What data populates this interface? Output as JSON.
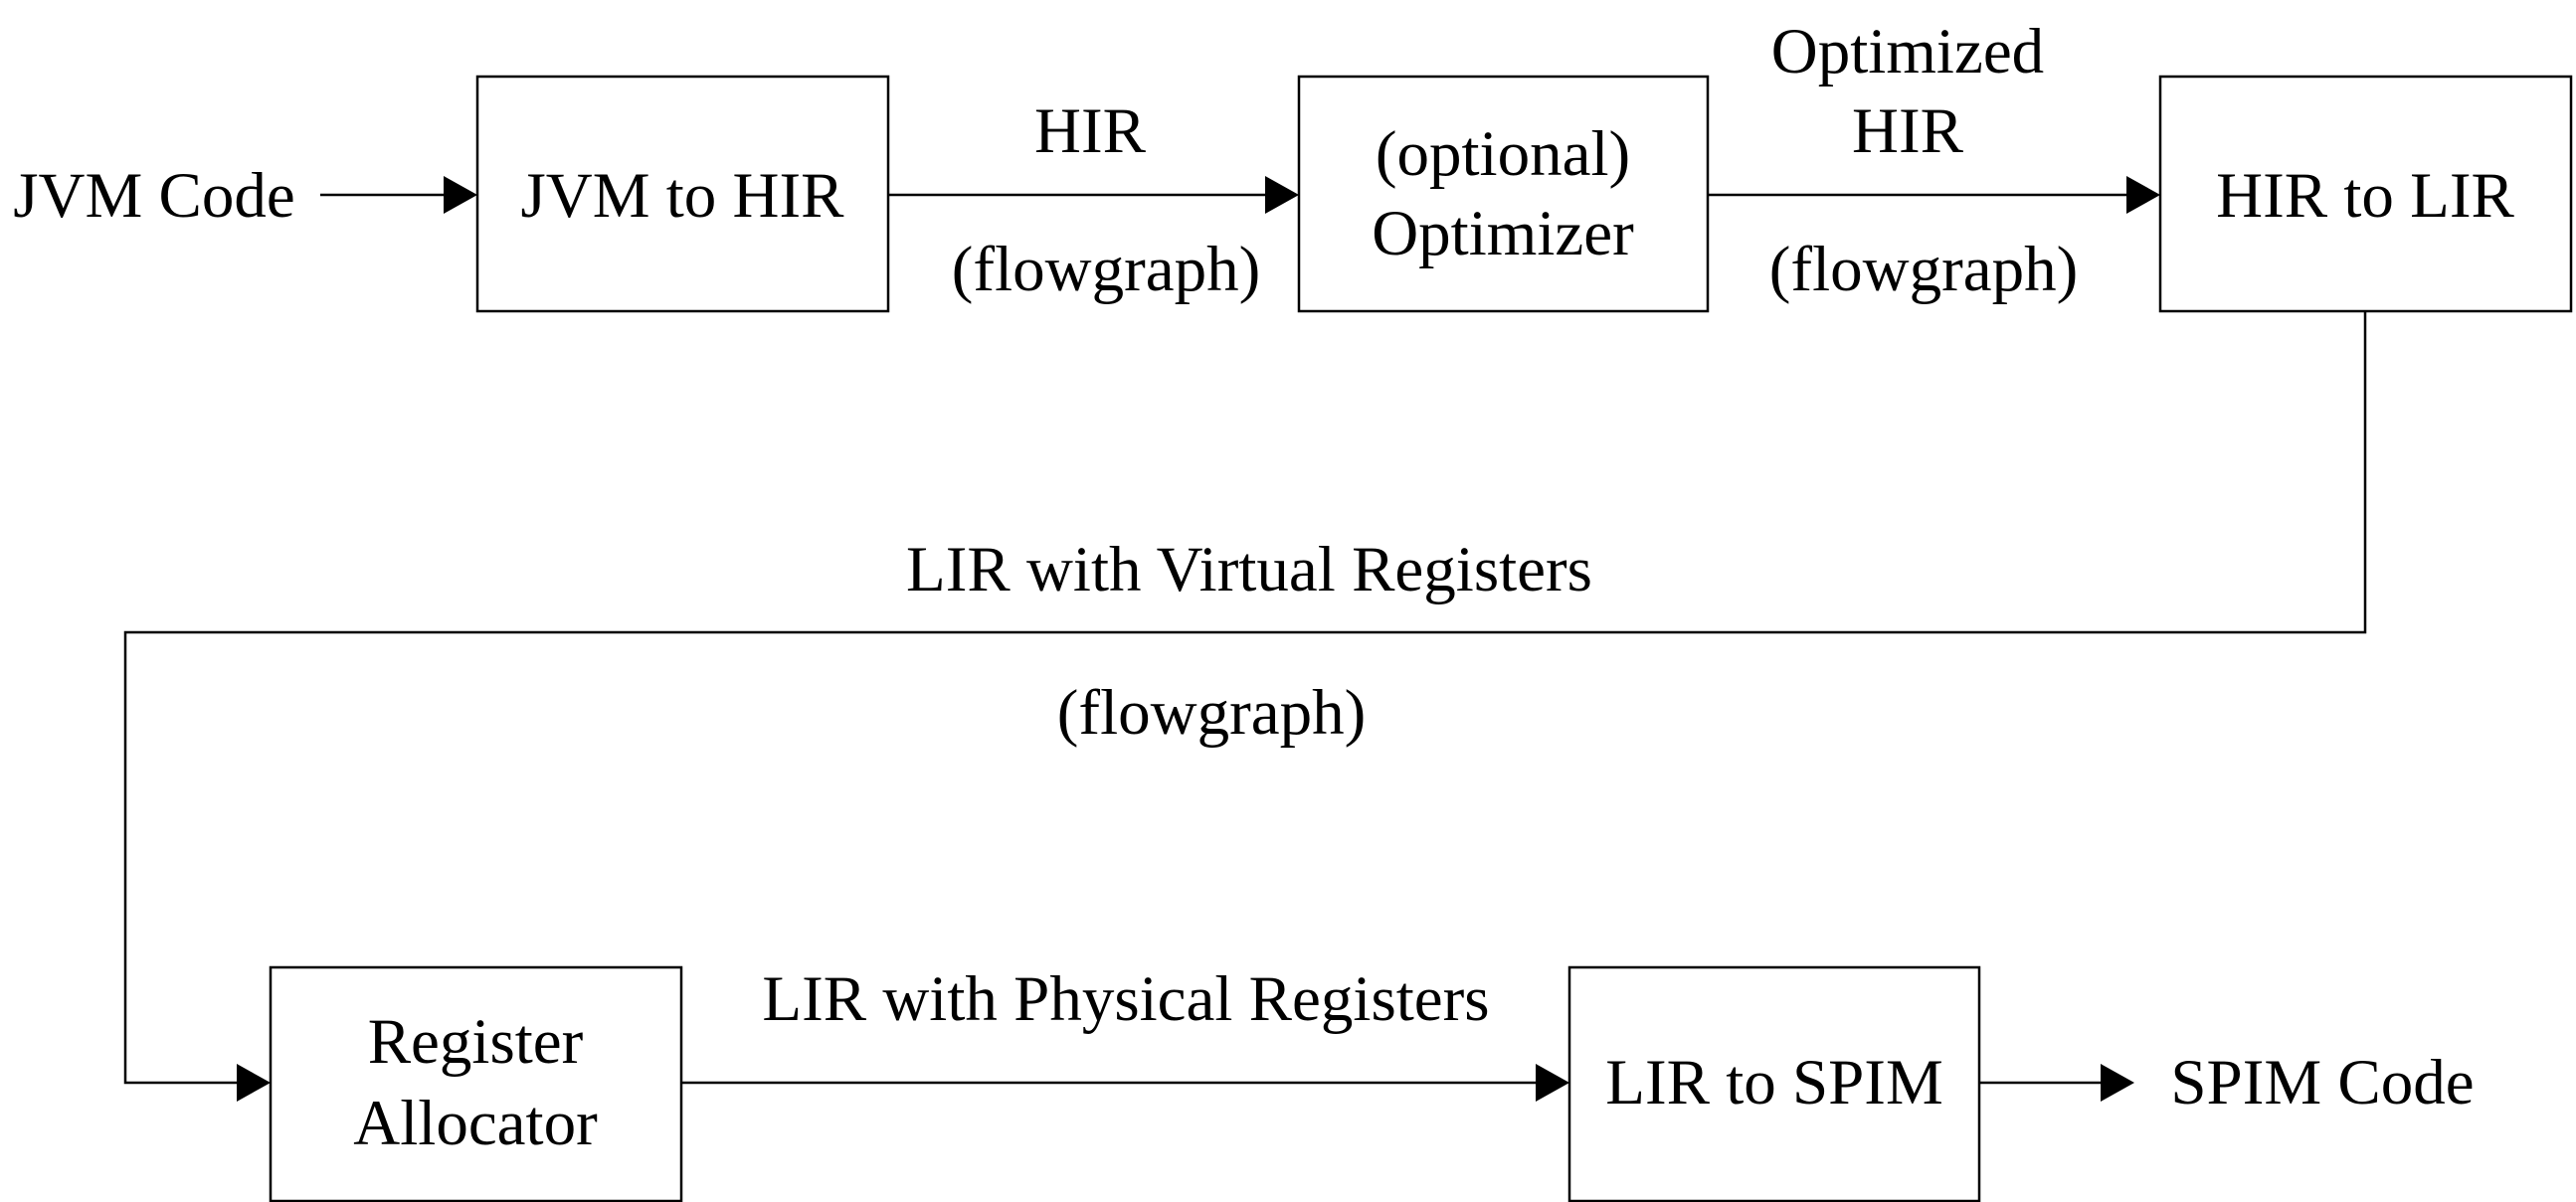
{
  "inputs": {
    "jvm_code": "JVM Code"
  },
  "outputs": {
    "spim_code": "SPIM Code"
  },
  "stages": {
    "jvm_to_hir": "JVM to HIR",
    "optimizer": [
      "(optional)",
      "Optimizer"
    ],
    "hir_to_lir": "HIR to LIR",
    "register_allocator": [
      "Register",
      "Allocator"
    ],
    "lir_to_spim": "LIR to SPIM"
  },
  "edges": {
    "hir": {
      "label": "HIR",
      "sublabel": "(flowgraph)"
    },
    "optimized_hir": {
      "label": [
        "Optimized",
        "HIR"
      ],
      "sublabel": "(flowgraph)"
    },
    "lir_virtual": {
      "label": "LIR with Virtual Registers",
      "sublabel": "(flowgraph)"
    },
    "lir_physical": {
      "label": "LIR with Physical Registers"
    }
  }
}
